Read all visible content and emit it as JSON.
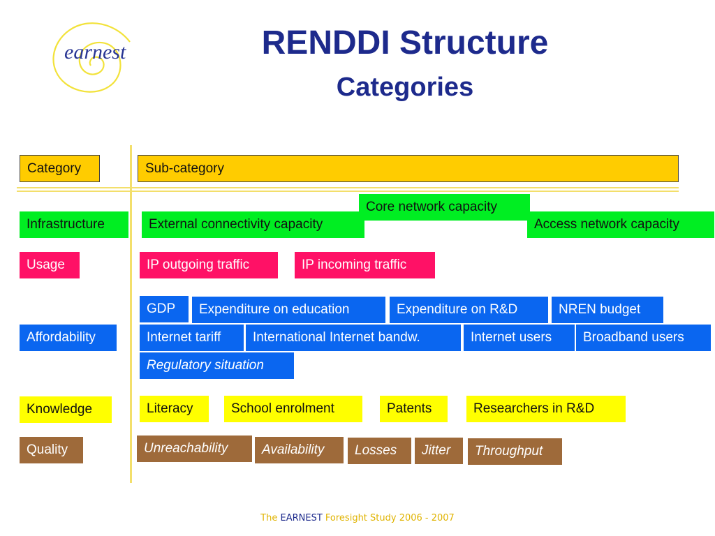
{
  "logo": {
    "text": "earnest"
  },
  "title": "RENDDI Structure",
  "subtitle": "Categories",
  "header": {
    "category": "Category",
    "subcategory": "Sub-category"
  },
  "rows": {
    "infrastructure": {
      "label": "Infrastructure",
      "items": [
        "External connectivity capacity",
        "Core network capacity",
        "Access network capacity"
      ]
    },
    "usage": {
      "label": "Usage",
      "items": [
        "IP outgoing traffic",
        "IP incoming traffic"
      ]
    },
    "affordability": {
      "label": "Affordability",
      "items": [
        "GDP",
        "Expenditure on education",
        "Expenditure on R&D",
        "NREN budget",
        "Internet tariff",
        "International Internet bandw.",
        "Internet users",
        "Broadband users",
        "Regulatory situation"
      ]
    },
    "knowledge": {
      "label": "Knowledge",
      "items": [
        "Literacy",
        "School enrolment",
        "Patents",
        "Researchers in R&D"
      ]
    },
    "quality": {
      "label": "Quality",
      "items": [
        "Unreachability",
        "Availability",
        "Losses",
        "Jitter",
        "Throughput"
      ]
    }
  },
  "colors": {
    "header": "#ffcc00",
    "infrastructure": "#00ee22",
    "usage": "#ff1166",
    "affordability": "#0a66f0",
    "knowledge": "#ffff00",
    "quality": "#9e6a3a",
    "title": "#1d2a8c"
  },
  "footer": {
    "prefix": "The",
    "brand": "EARNEST",
    "suffix": "Foresight Study 2006 - 2007"
  }
}
